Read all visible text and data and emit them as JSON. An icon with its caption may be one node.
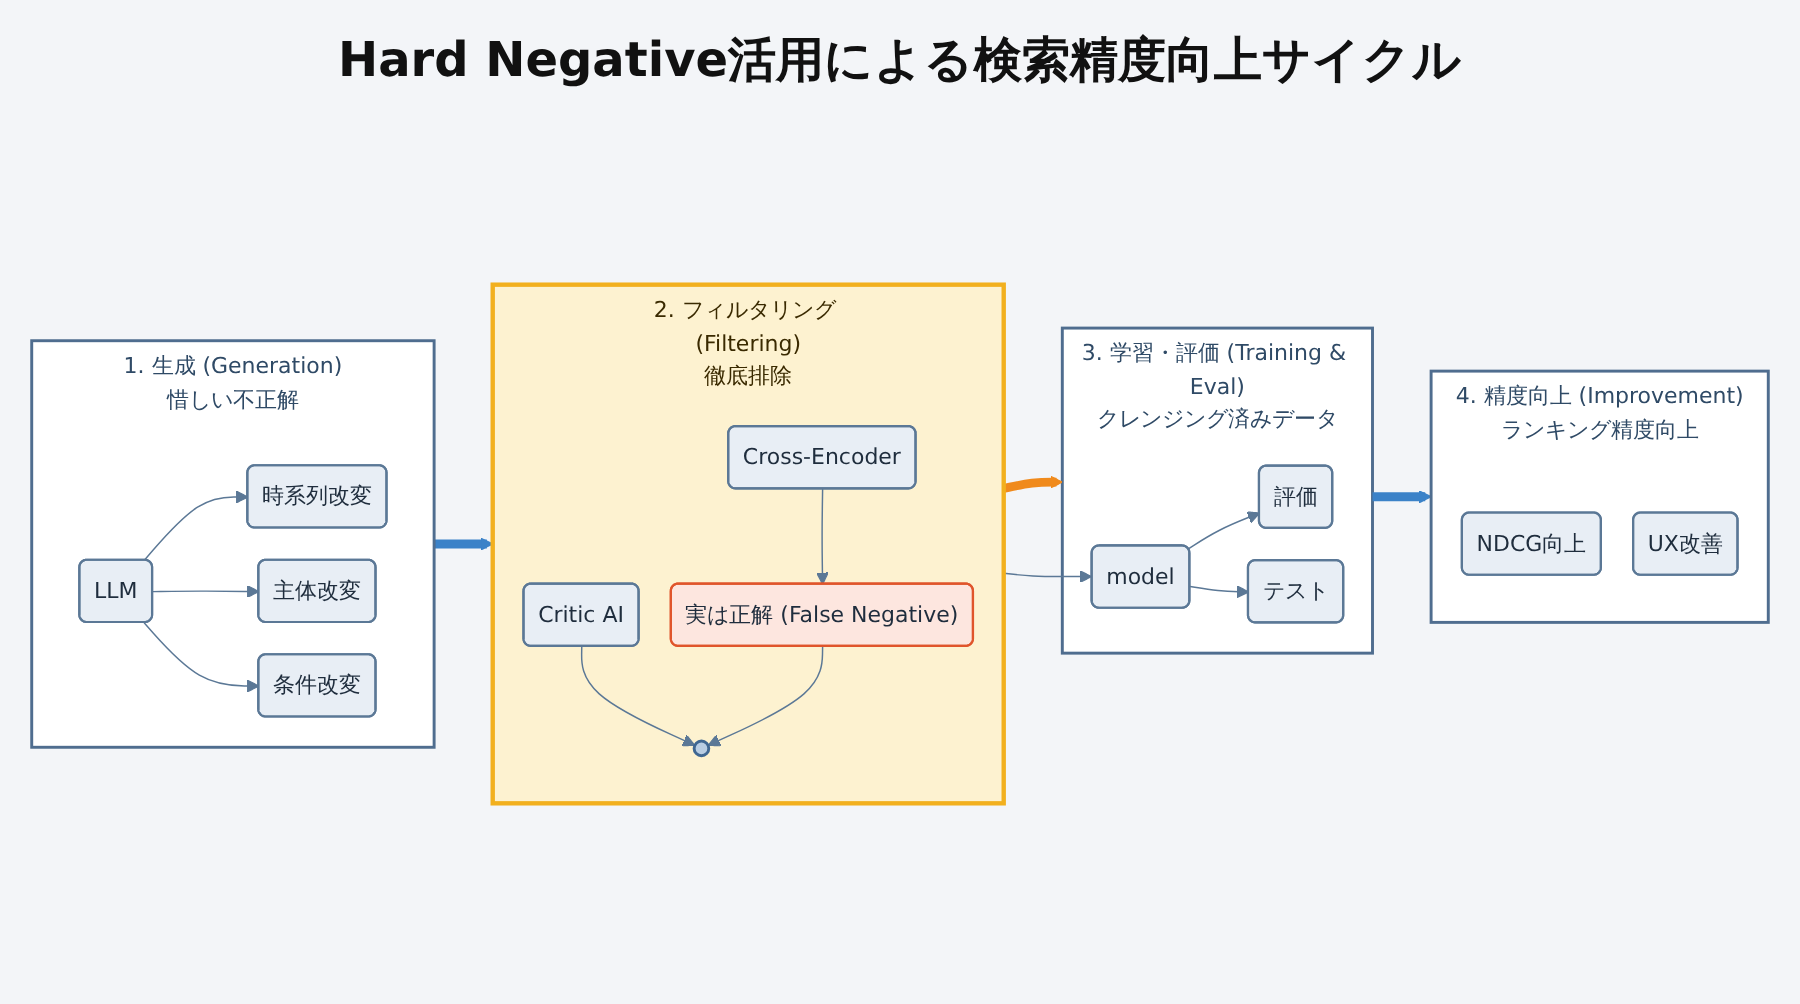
{
  "diagram": {
    "title": "Hard Negative活用による検索精度向上サイクル",
    "nodes": [
      {
        "text": [
          "1. 生成 (Generation)",
          "惜しい不正解"
        ]
      },
      {
        "text": [
          "LLM"
        ],
        "in": 0
      },
      {
        "text": [
          "時系列改変"
        ],
        "in": 0
      },
      {
        "text": [
          "主体改変"
        ],
        "in": 0
      },
      {
        "text": [
          "条件改変"
        ],
        "in": 0
      },
      {
        "text": [
          "2. フィルタリング (Filtering)",
          "徹底排除"
        ]
      },
      {
        "text": [
          "Cross-Encoder"
        ],
        "in": 5
      },
      {
        "text": [
          "Critic AI"
        ],
        "in": 5
      },
      {
        "text": [
          "実は正解 (False Negative)"
        ],
        "in": 5
      },
      {
        "text": [],
        "shape": "circle",
        "in": 5
      },
      {
        "text": [
          "3. 学習・評価 (Training & Eval)",
          "クレンジング済みデータ"
        ]
      },
      {
        "text": [
          "model"
        ],
        "in": 10
      },
      {
        "text": [
          "テスト"
        ],
        "in": 10
      },
      {
        "text": [
          "評価"
        ],
        "in": 10
      },
      {
        "text": [
          "4. 精度向上 (Improvement)",
          "ランキング精度向上"
        ]
      },
      {
        "text": [
          "NDCG向上"
        ],
        "in": 14
      },
      {
        "text": [
          "UX改善"
        ],
        "in": 14
      }
    ],
    "edges": [
      {
        "from": 1,
        "to": 2,
        "arrow": "to"
      },
      {
        "from": 1,
        "to": 3,
        "arrow": "to"
      },
      {
        "from": 1,
        "to": 4,
        "arrow": "to"
      },
      {
        "from": 0,
        "to": 5,
        "arrow": "to",
        "style": "thick",
        "color": "#3b82c8"
      },
      {
        "from": 6,
        "to": 8,
        "arrow": "to"
      },
      {
        "from": 7,
        "to": 9,
        "arrow": "to"
      },
      {
        "from": 8,
        "to": 9,
        "arrow": "to"
      },
      {
        "from": 5,
        "to": 10,
        "arrow": "to",
        "style": "thick",
        "color": "#f08a1c"
      },
      {
        "from": 5,
        "to": 11,
        "arrow": "to"
      },
      {
        "from": 11,
        "to": 12,
        "arrow": "to"
      },
      {
        "from": 11,
        "to": 13,
        "arrow": "to"
      },
      {
        "from": 10,
        "to": 14,
        "arrow": "to",
        "style": "thick",
        "color": "#3b82c8"
      }
    ]
  }
}
